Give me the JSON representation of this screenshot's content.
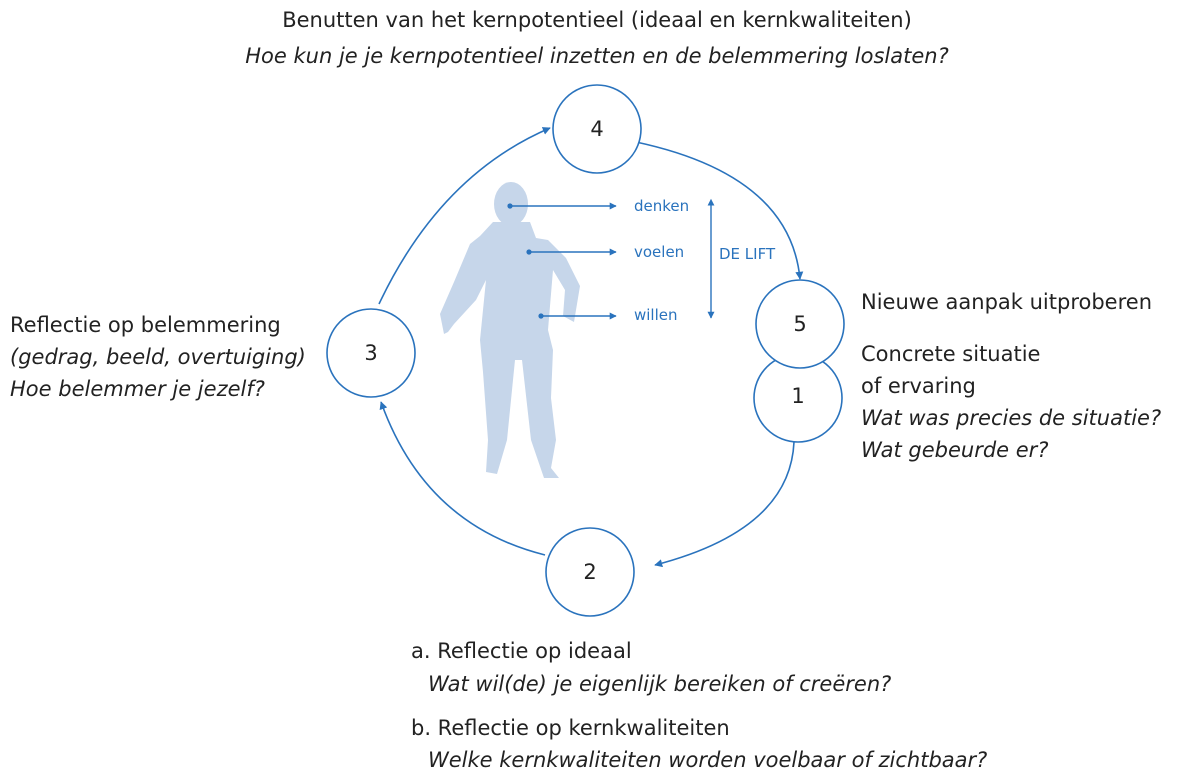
{
  "top": {
    "title": "Benutten van het kernpotentieel (ideaal en kernkwaliteiten)",
    "question": "Hoe kun je je kernpotentieel inzetten en de belemmering loslaten?"
  },
  "left": {
    "title": "Reflectie op belemmering",
    "detail": "(gedrag, beeld, overtuiging)",
    "question": "Hoe belemmer je jezelf?"
  },
  "right": {
    "step5": "Nieuwe aanpak uitproberen",
    "step1_line1": "Concrete situatie",
    "step1_line2": "of ervaring",
    "question1": "Wat was precies de situatie?",
    "question2": "Wat gebeurde er?"
  },
  "bottom": {
    "a_title": "a. Reflectie op ideaal",
    "a_question": "Wat wil(de) je eigenlijk bereiken of creëren?",
    "b_title": "b. Reflectie op kernkwaliteiten",
    "b_question": "Welke kernkwaliteiten worden voelbaar of zichtbaar?"
  },
  "nodes": [
    "1",
    "2",
    "3",
    "4",
    "5"
  ],
  "figure": {
    "labels": [
      "denken",
      "voelen",
      "willen"
    ],
    "lift_label": "DE LIFT"
  },
  "colors": {
    "accent": "#2a73bd",
    "figure": "#c6d6ea",
    "text": "#222222"
  }
}
